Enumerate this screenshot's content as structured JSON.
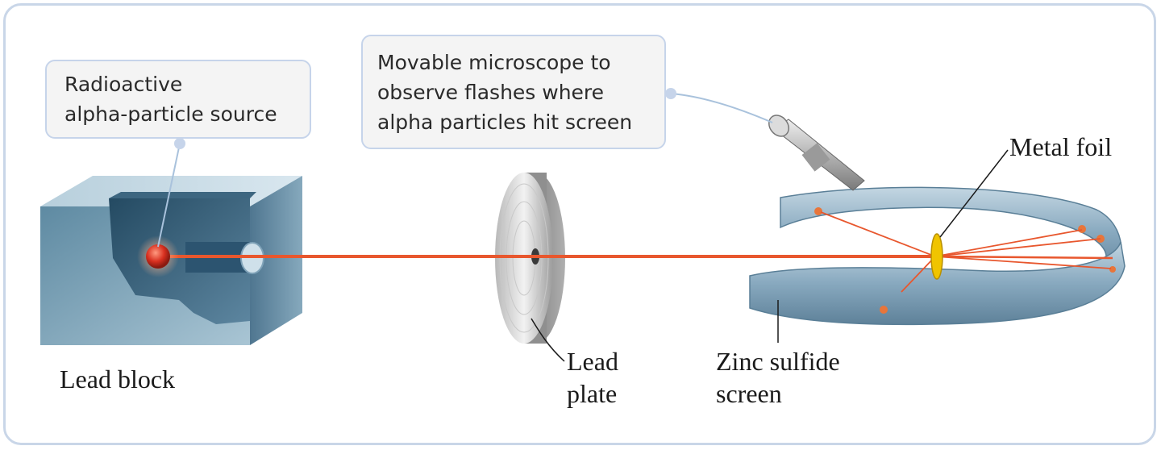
{
  "labels": {
    "source_line1": "Radioactive",
    "source_line2": "alpha-particle source",
    "microscope_line1": "Movable microscope to",
    "microscope_line2": "observe flashes where",
    "microscope_line3": "alpha particles hit screen",
    "metal_foil": "Metal foil",
    "lead_block": "Lead block",
    "lead_plate_line1": "Lead",
    "lead_plate_line2": "plate",
    "zinc_line1": "Zinc sulfide",
    "zinc_line2": "screen"
  },
  "colors": {
    "beam": "#e8572e",
    "source_ball": "#d83020",
    "foil": "#f0c400",
    "callout_border": "#c6d4ea",
    "frame_border": "#c9d6e8"
  }
}
